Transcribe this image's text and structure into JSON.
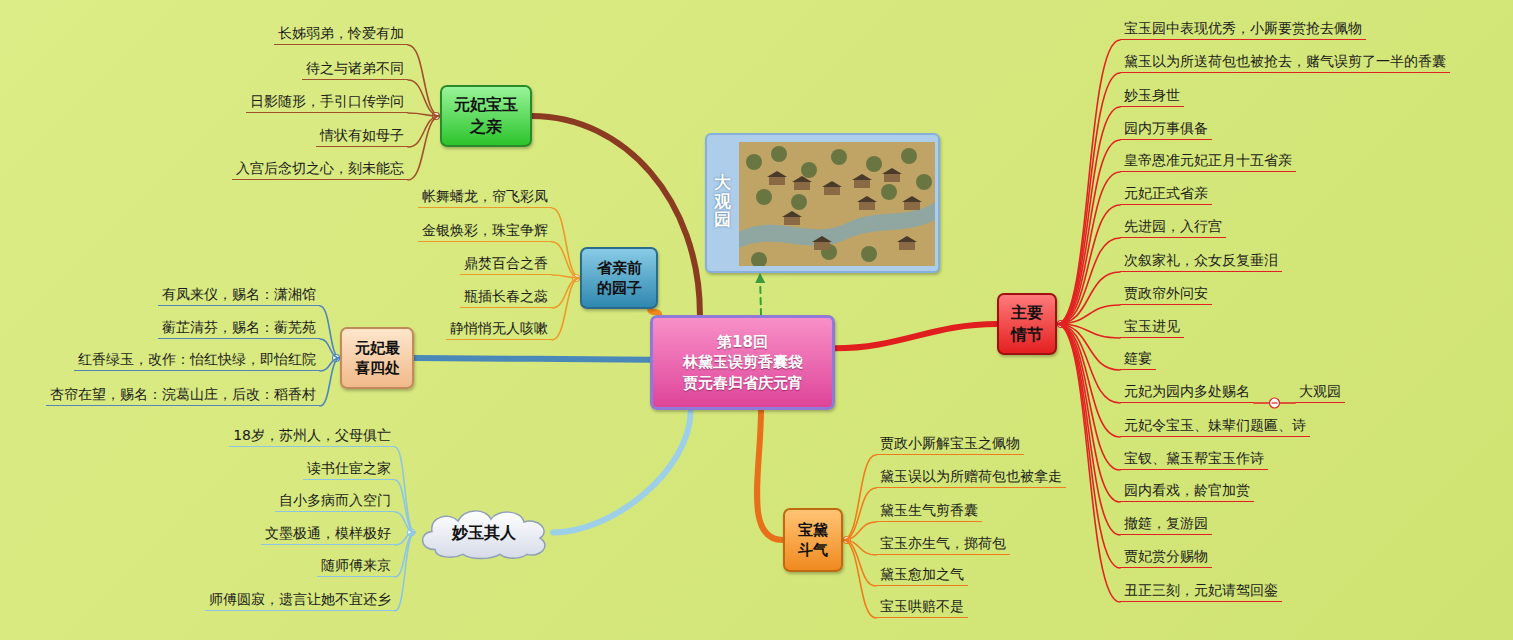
{
  "diagram": {
    "nodes": [
      {
        "text": [
          "第18回 林黛玉误剪香囊袋 贾元春归省庆元宵"
        ]
      },
      {
        "text": [
          "大观园"
        ]
      },
      {
        "text": [
          "元妃宝玉之亲"
        ]
      },
      {
        "text": [
          "长姊弱弟，怜爱有加"
        ]
      },
      {
        "text": [
          "待之与诸弟不同"
        ]
      },
      {
        "text": [
          "日影随形，手引口传学问"
        ]
      },
      {
        "text": [
          "情状有如母子"
        ]
      },
      {
        "text": [
          "入宫后念切之心，刻未能忘"
        ]
      },
      {
        "text": [
          "省亲前的园子"
        ]
      },
      {
        "text": [
          "帐舞蟠龙，帘飞彩凤"
        ]
      },
      {
        "text": [
          "金银焕彩，珠宝争辉"
        ]
      },
      {
        "text": [
          "鼎焚百合之香"
        ]
      },
      {
        "text": [
          "瓶插长春之蕊"
        ]
      },
      {
        "text": [
          "静悄悄无人咳嗽"
        ]
      },
      {
        "text": [
          "元妃最喜四处"
        ]
      },
      {
        "text": [
          "有凤来仪，赐名：潇湘馆"
        ]
      },
      {
        "text": [
          "蘅芷清芬，赐名：蘅芜苑"
        ]
      },
      {
        "text": [
          "红香绿玉，改作：怡红快绿，即怡红院"
        ]
      },
      {
        "text": [
          "杏帘在望，赐名：浣葛山庄，后改：稻香村"
        ]
      },
      {
        "text": [
          "妙玉其人"
        ]
      },
      {
        "text": [
          "18岁，苏州人，父母俱亡"
        ]
      },
      {
        "text": [
          "读书仕宦之家"
        ]
      },
      {
        "text": [
          "自小多病而入空门"
        ]
      },
      {
        "text": [
          "文墨极通，模样极好"
        ]
      },
      {
        "text": [
          "随师傅来京"
        ]
      },
      {
        "text": [
          "师傅圆寂，遗言让她不宜还乡"
        ]
      },
      {
        "text": [
          "宝黛斗气"
        ]
      },
      {
        "text": [
          "贾政小厮解宝玉之佩物"
        ]
      },
      {
        "text": [
          "黛玉误以为所赠荷包也被拿走"
        ]
      },
      {
        "text": [
          "黛玉生气剪香囊"
        ]
      },
      {
        "text": [
          "宝玉亦生气，掷荷包"
        ]
      },
      {
        "text": [
          "黛玉愈加之气"
        ]
      },
      {
        "text": [
          "宝玉哄赔不是"
        ]
      },
      {
        "text": [
          "主要情节"
        ]
      },
      {
        "text": [
          "宝玉园中表现优秀，小厮要赏抢去佩物"
        ]
      },
      {
        "text": [
          "黛玉以为所送荷包也被抢去，赌气误剪了一半的香囊"
        ]
      },
      {
        "text": [
          "妙玉身世"
        ]
      },
      {
        "text": [
          "园内万事俱备"
        ]
      },
      {
        "text": [
          "皇帝恩准元妃正月十五省亲"
        ]
      },
      {
        "text": [
          "元妃正式省亲"
        ]
      },
      {
        "text": [
          "先进园，入行宫"
        ]
      },
      {
        "text": [
          "次叙家礼，众女反复垂泪"
        ]
      },
      {
        "text": [
          "贾政帘外问安"
        ]
      },
      {
        "text": [
          "宝玉进见"
        ]
      },
      {
        "text": [
          "筵宴"
        ]
      },
      {
        "text": [
          "元妃为园内多处赐名"
        ]
      },
      {
        "text": [
          "大观园"
        ]
      },
      {
        "text": [
          "元妃令宝玉、妹辈们题匾、诗"
        ]
      },
      {
        "text": [
          "宝钗、黛玉帮宝玉作诗"
        ]
      },
      {
        "text": [
          "园内看戏，龄官加赏"
        ]
      },
      {
        "text": [
          "撤筵，复游园"
        ]
      },
      {
        "text": [
          "贾妃赏分赐物"
        ]
      },
      {
        "text": [
          "丑正三刻，元妃请驾回銮"
        ]
      }
    ],
    "edges": [
      {
        "from": 0,
        "to": 1,
        "arrow": "to"
      },
      {
        "from": 0,
        "to": 2,
        "arrow": "none"
      },
      {
        "from": 0,
        "to": 8,
        "arrow": "none"
      },
      {
        "from": 0,
        "to": 14,
        "arrow": "none"
      },
      {
        "from": 0,
        "to": 19,
        "arrow": "none"
      },
      {
        "from": 0,
        "to": 26,
        "arrow": "none"
      },
      {
        "from": 0,
        "to": 33,
        "arrow": "none"
      },
      {
        "from": 2,
        "to": 3,
        "arrow": "none"
      },
      {
        "from": 2,
        "to": 4,
        "arrow": "none"
      },
      {
        "from": 2,
        "to": 5,
        "arrow": "none"
      },
      {
        "from": 2,
        "to": 6,
        "arrow": "none"
      },
      {
        "from": 2,
        "to": 7,
        "arrow": "none"
      },
      {
        "from": 8,
        "to": 9,
        "arrow": "none"
      },
      {
        "from": 8,
        "to": 10,
        "arrow": "none"
      },
      {
        "from": 8,
        "to": 11,
        "arrow": "none"
      },
      {
        "from": 8,
        "to": 12,
        "arrow": "none"
      },
      {
        "from": 8,
        "to": 13,
        "arrow": "none"
      },
      {
        "from": 14,
        "to": 15,
        "arrow": "none"
      },
      {
        "from": 14,
        "to": 16,
        "arrow": "none"
      },
      {
        "from": 14,
        "to": 17,
        "arrow": "none"
      },
      {
        "from": 14,
        "to": 18,
        "arrow": "none"
      },
      {
        "from": 19,
        "to": 20,
        "arrow": "none"
      },
      {
        "from": 19,
        "to": 21,
        "arrow": "none"
      },
      {
        "from": 19,
        "to": 22,
        "arrow": "none"
      },
      {
        "from": 19,
        "to": 23,
        "arrow": "none"
      },
      {
        "from": 19,
        "to": 24,
        "arrow": "none"
      },
      {
        "from": 19,
        "to": 25,
        "arrow": "none"
      },
      {
        "from": 26,
        "to": 27,
        "arrow": "none"
      },
      {
        "from": 26,
        "to": 28,
        "arrow": "none"
      },
      {
        "from": 26,
        "to": 29,
        "arrow": "none"
      },
      {
        "from": 26,
        "to": 30,
        "arrow": "none"
      },
      {
        "from": 26,
        "to": 31,
        "arrow": "none"
      },
      {
        "from": 26,
        "to": 32,
        "arrow": "none"
      },
      {
        "from": 33,
        "to": 34,
        "arrow": "none"
      },
      {
        "from": 33,
        "to": 35,
        "arrow": "none"
      },
      {
        "from": 33,
        "to": 36,
        "arrow": "none"
      },
      {
        "from": 33,
        "to": 37,
        "arrow": "none"
      },
      {
        "from": 33,
        "to": 38,
        "arrow": "none"
      },
      {
        "from": 33,
        "to": 39,
        "arrow": "none"
      },
      {
        "from": 33,
        "to": 40,
        "arrow": "none"
      },
      {
        "from": 33,
        "to": 41,
        "arrow": "none"
      },
      {
        "from": 33,
        "to": 42,
        "arrow": "none"
      },
      {
        "from": 33,
        "to": 43,
        "arrow": "none"
      },
      {
        "from": 33,
        "to": 44,
        "arrow": "none"
      },
      {
        "from": 33,
        "to": 45,
        "arrow": "none"
      },
      {
        "from": 45,
        "to": 46,
        "arrow": "none"
      },
      {
        "from": 33,
        "to": 47,
        "arrow": "none"
      },
      {
        "from": 33,
        "to": 48,
        "arrow": "none"
      },
      {
        "from": 33,
        "to": 49,
        "arrow": "none"
      },
      {
        "from": 33,
        "to": 50,
        "arrow": "none"
      },
      {
        "from": 33,
        "to": 51,
        "arrow": "none"
      },
      {
        "from": 33,
        "to": 52,
        "arrow": "none"
      }
    ]
  }
}
